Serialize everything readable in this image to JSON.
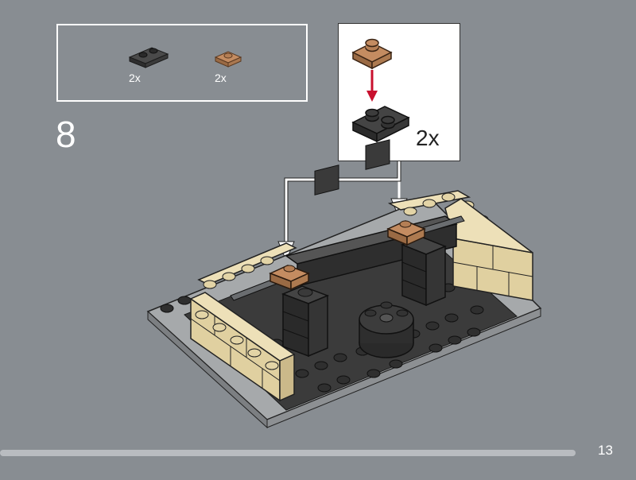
{
  "parts_list": {
    "items": [
      {
        "icon": "dark-grey-1x2-plate-icon",
        "quantity": "2x",
        "color": "#3a3a3a"
      },
      {
        "icon": "tan-1x1-round-plate-icon",
        "quantity": "2x",
        "color": "#b57f55"
      }
    ]
  },
  "step": {
    "number": "8"
  },
  "callout": {
    "quantity": "2x"
  },
  "colors": {
    "background": "#888d92",
    "tan_brick": "#e3d4a6",
    "dark_grey": "#3a3a3a",
    "light_grey_base": "#a3a6a8",
    "arrow_red": "#c8102e",
    "medium_nougat": "#b57f55"
  },
  "progress": {
    "fraction": 0.91
  },
  "page": {
    "number": "13"
  }
}
